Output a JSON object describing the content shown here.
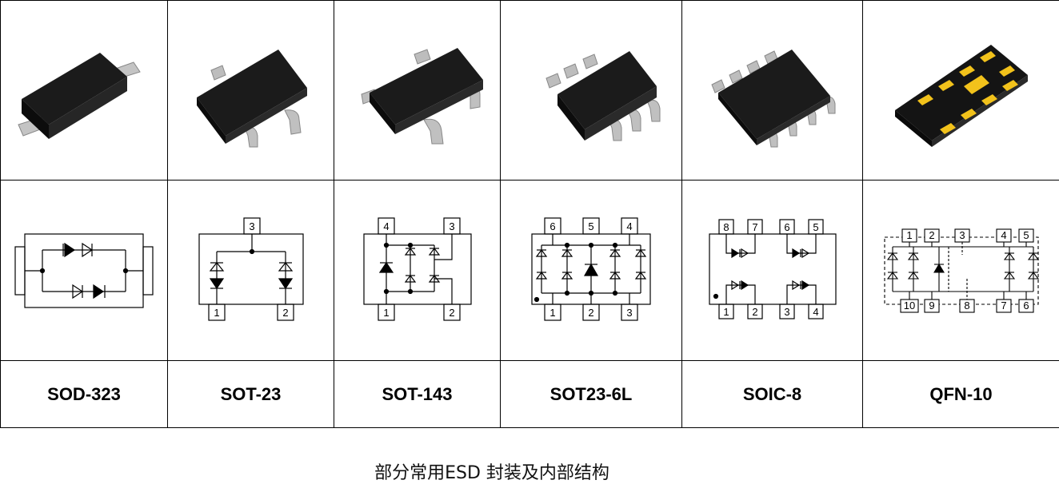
{
  "packages": [
    {
      "name": "SOD-323",
      "pins": []
    },
    {
      "name": "SOT-23",
      "pins": [
        "3",
        "1",
        "2"
      ]
    },
    {
      "name": "SOT-143",
      "pins": [
        "4",
        "3",
        "1",
        "2"
      ]
    },
    {
      "name": "SOT23-6L",
      "pins": [
        "6",
        "5",
        "4",
        "1",
        "2",
        "3"
      ]
    },
    {
      "name": "SOIC-8",
      "pins": [
        "8",
        "7",
        "6",
        "5",
        "1",
        "2",
        "3",
        "4"
      ]
    },
    {
      "name": "QFN-10",
      "pins": [
        "1",
        "2",
        "3",
        "4",
        "5",
        "10",
        "9",
        "8",
        "7",
        "6"
      ]
    }
  ],
  "caption": "部分常用ESD 封装及内部结构",
  "colors": {
    "body": "#151515",
    "lead": "#b8b8b8",
    "pad": "#f2c21b",
    "line": "#000000"
  }
}
